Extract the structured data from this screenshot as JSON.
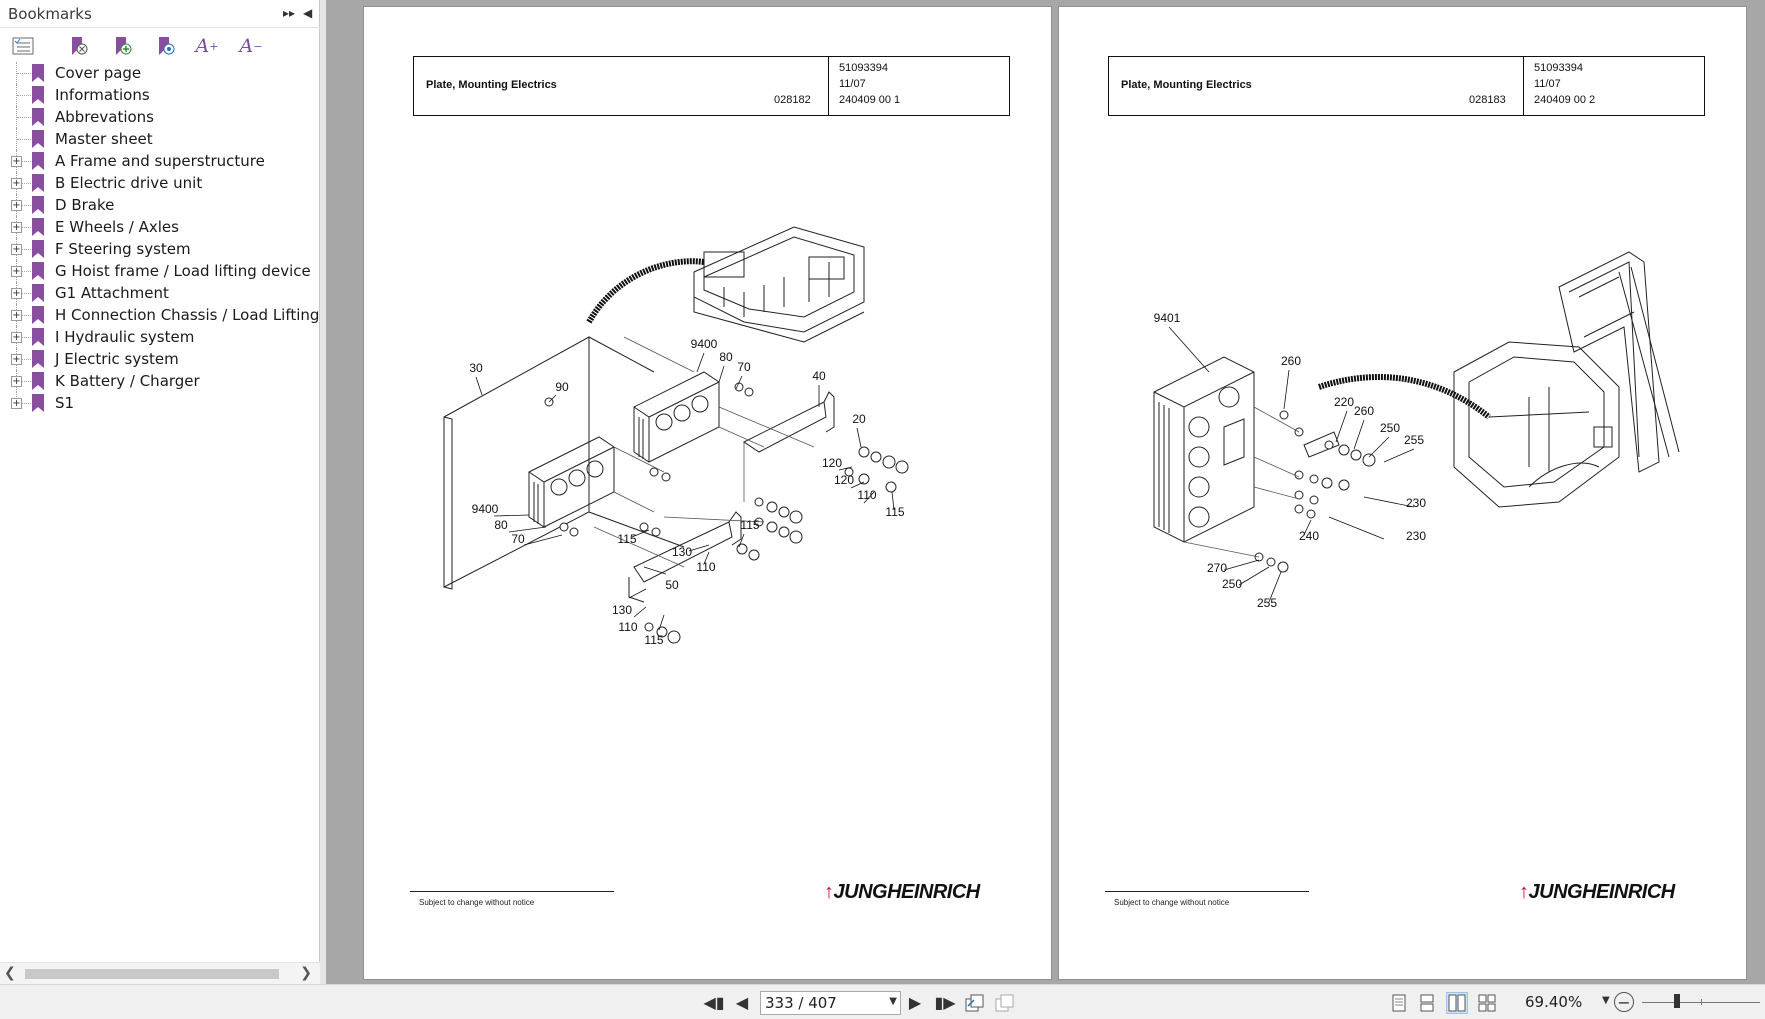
{
  "sidebar": {
    "title": "Bookmarks",
    "tree": [
      {
        "label": "Cover page",
        "expandable": false
      },
      {
        "label": "Informations",
        "expandable": false
      },
      {
        "label": "Abbrevations",
        "expandable": false
      },
      {
        "label": "Master sheet",
        "expandable": false
      },
      {
        "label": "A Frame and superstructure",
        "expandable": true
      },
      {
        "label": "B Electric drive unit",
        "expandable": true
      },
      {
        "label": "D Brake",
        "expandable": true
      },
      {
        "label": "E Wheels / Axles",
        "expandable": true
      },
      {
        "label": "F Steering system",
        "expandable": true
      },
      {
        "label": "G Hoist frame / Load lifting device",
        "expandable": true
      },
      {
        "label": "G1 Attachment",
        "expandable": true
      },
      {
        "label": "H Connection Chassis / Load Lifting Devi",
        "expandable": true
      },
      {
        "label": "I Hydraulic system",
        "expandable": true
      },
      {
        "label": "J Electric system",
        "expandable": true
      },
      {
        "label": "K Battery / Charger",
        "expandable": true
      },
      {
        "label": "S1",
        "expandable": true
      }
    ]
  },
  "pages": [
    {
      "title": "Plate, Mounting  Electrics",
      "code": "028182",
      "part_no": "51093394",
      "date": "11/07",
      "ref": "240409 00 1",
      "footer": "Subject to change without notice",
      "logo": "JUNGHEINRICH",
      "callouts": [
        {
          "t": "30"
        },
        {
          "t": "90"
        },
        {
          "t": "9400"
        },
        {
          "t": "80"
        },
        {
          "t": "70"
        },
        {
          "t": "40"
        },
        {
          "t": "20"
        },
        {
          "t": "120"
        },
        {
          "t": "120"
        },
        {
          "t": "110"
        },
        {
          "t": "115"
        },
        {
          "t": "9400"
        },
        {
          "t": "80"
        },
        {
          "t": "70"
        },
        {
          "t": "115"
        },
        {
          "t": "115"
        },
        {
          "t": "130"
        },
        {
          "t": "110"
        },
        {
          "t": "50"
        },
        {
          "t": "130"
        },
        {
          "t": "110"
        },
        {
          "t": "115"
        }
      ]
    },
    {
      "title": "Plate, Mounting  Electrics",
      "code": "028183",
      "part_no": "51093394",
      "date": "11/07",
      "ref": "240409 00 2",
      "footer": "Subject to change without notice",
      "logo": "JUNGHEINRICH",
      "callouts": [
        {
          "t": "9401"
        },
        {
          "t": "260"
        },
        {
          "t": "220"
        },
        {
          "t": "260"
        },
        {
          "t": "250"
        },
        {
          "t": "255"
        },
        {
          "t": "230"
        },
        {
          "t": "240"
        },
        {
          "t": "230"
        },
        {
          "t": "270"
        },
        {
          "t": "250"
        },
        {
          "t": "255"
        }
      ]
    }
  ],
  "navigation": {
    "page_indicator": "333 / 407",
    "current_page": 333,
    "total_pages": 407
  },
  "zoom": {
    "text": "69.40%",
    "fraction": 0.3
  },
  "colors": {
    "viewer_bg": "#a7a7a7",
    "bookmark_icon": "#8a4e9e",
    "logo_red": "#c8102e"
  }
}
